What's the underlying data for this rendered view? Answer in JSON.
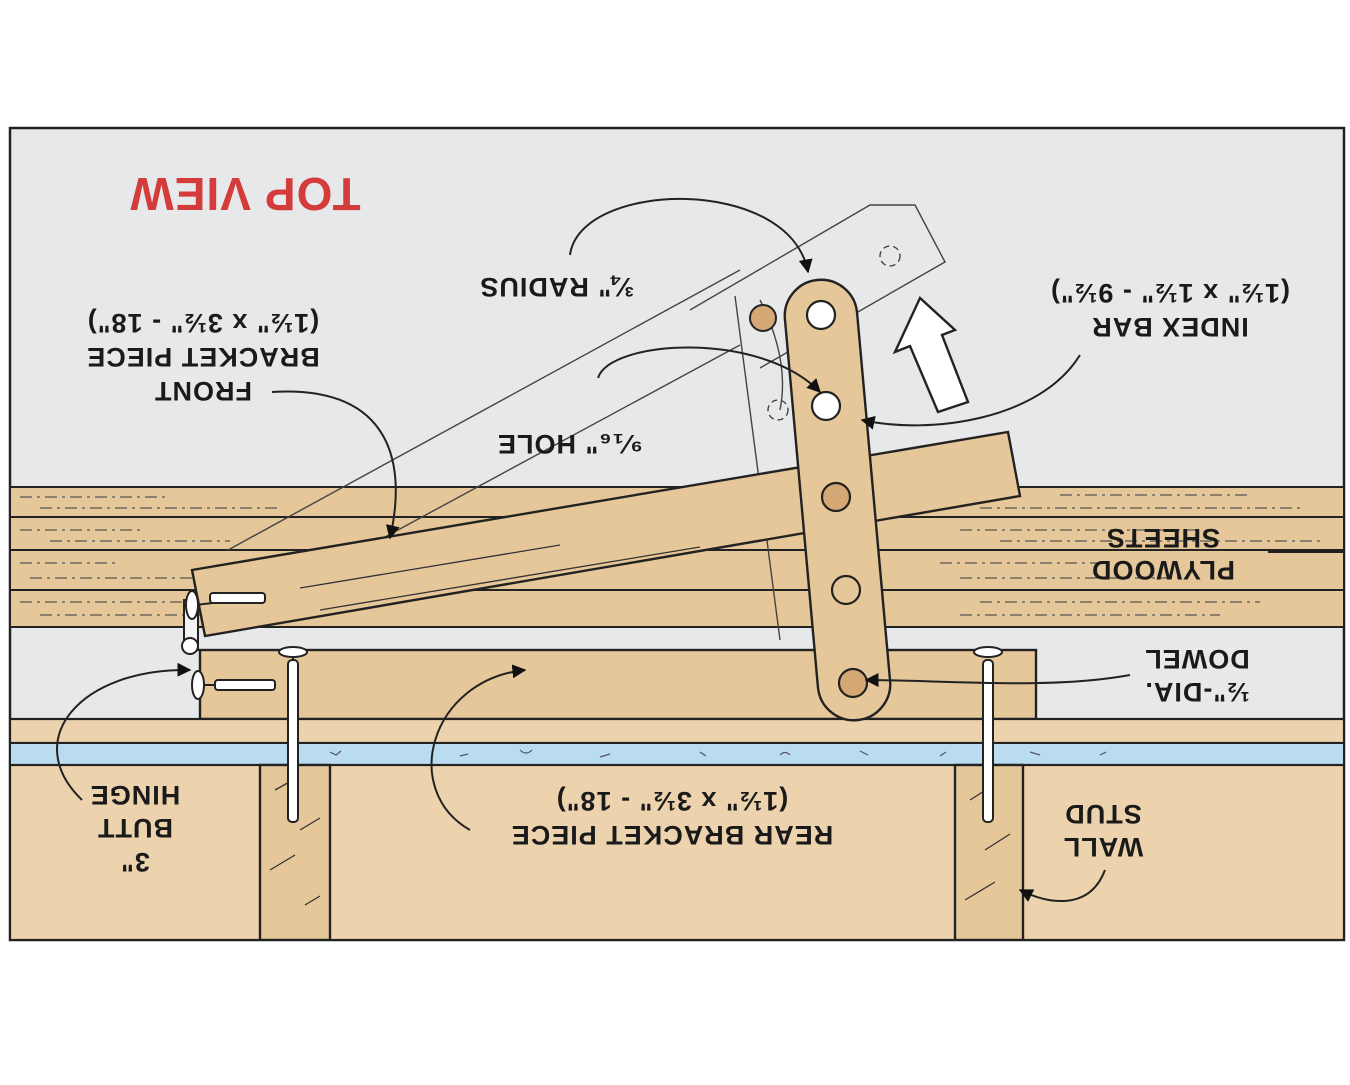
{
  "diagram": {
    "title": "TOP VIEW",
    "title_color": "#d43b3b",
    "background_color": "#e7e8e9",
    "wood_color": "#e6c79a",
    "glass_strip_color": "#b9dcf0",
    "labels": {
      "radius": "¾\" RADIUS",
      "front_bracket": [
        "FRONT",
        "BRACKET PIECE",
        "(1½\" x 3½\" - 18\")"
      ],
      "index_bar": [
        "INDEX BAR",
        "(1½\" x 1½\" - 9½\")"
      ],
      "hole": "⁹⁄₁₆\" HOLE",
      "plywood": [
        "PLYWOOD",
        "SHEETS"
      ],
      "dowel": [
        "½\"-DIA.",
        "DOWEL"
      ],
      "hinge": [
        "3\"",
        "BUTT",
        "HINGE"
      ],
      "rear_bracket": [
        "REAR BRACKET PIECE",
        "(1½\" x 3½\" - 18\")"
      ],
      "wall_stud": [
        "WALL",
        "STUD"
      ]
    }
  }
}
